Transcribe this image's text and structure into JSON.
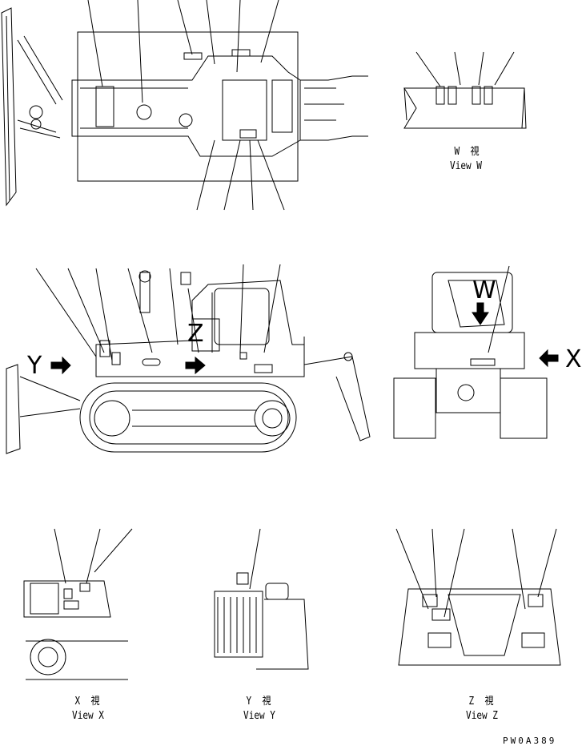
{
  "views": {
    "w": {
      "kanji": "W  視",
      "caption": "View W"
    },
    "x": {
      "kanji": "X  視",
      "caption": "View X"
    },
    "y": {
      "kanji": "Y  視",
      "caption": "View Y"
    },
    "z": {
      "kanji": "Z  視",
      "caption": "View Z"
    }
  },
  "markers": {
    "y": "Y",
    "z": "Z",
    "x": "X",
    "w": "W"
  },
  "drawing_code": "PW0A389"
}
